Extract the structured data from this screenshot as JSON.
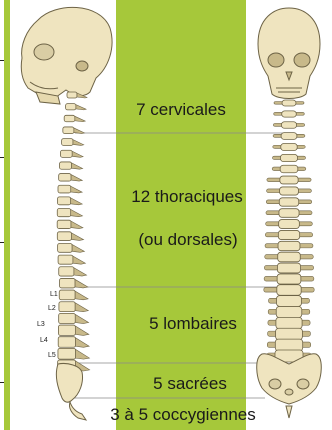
{
  "regions": [
    {
      "id": "cervical",
      "label": "7 cervicales"
    },
    {
      "id": "thoracic",
      "label": "12 thoraciques",
      "label2": "(ou dorsales)"
    },
    {
      "id": "lumbar",
      "label": "5 lombaires"
    },
    {
      "id": "sacral",
      "label": "5 sacrées"
    },
    {
      "id": "coccyx",
      "label": "3 à 5 coccygiennes"
    }
  ],
  "lumbar_vertebrae": [
    "L1",
    "L2",
    "L3",
    "L4",
    "L5"
  ],
  "colors": {
    "background": "#a6c83a",
    "bone": "#efe4bf",
    "bone_shadow": "#c8b98a",
    "outline": "#6d6346",
    "divider": "#8a8a8a"
  }
}
